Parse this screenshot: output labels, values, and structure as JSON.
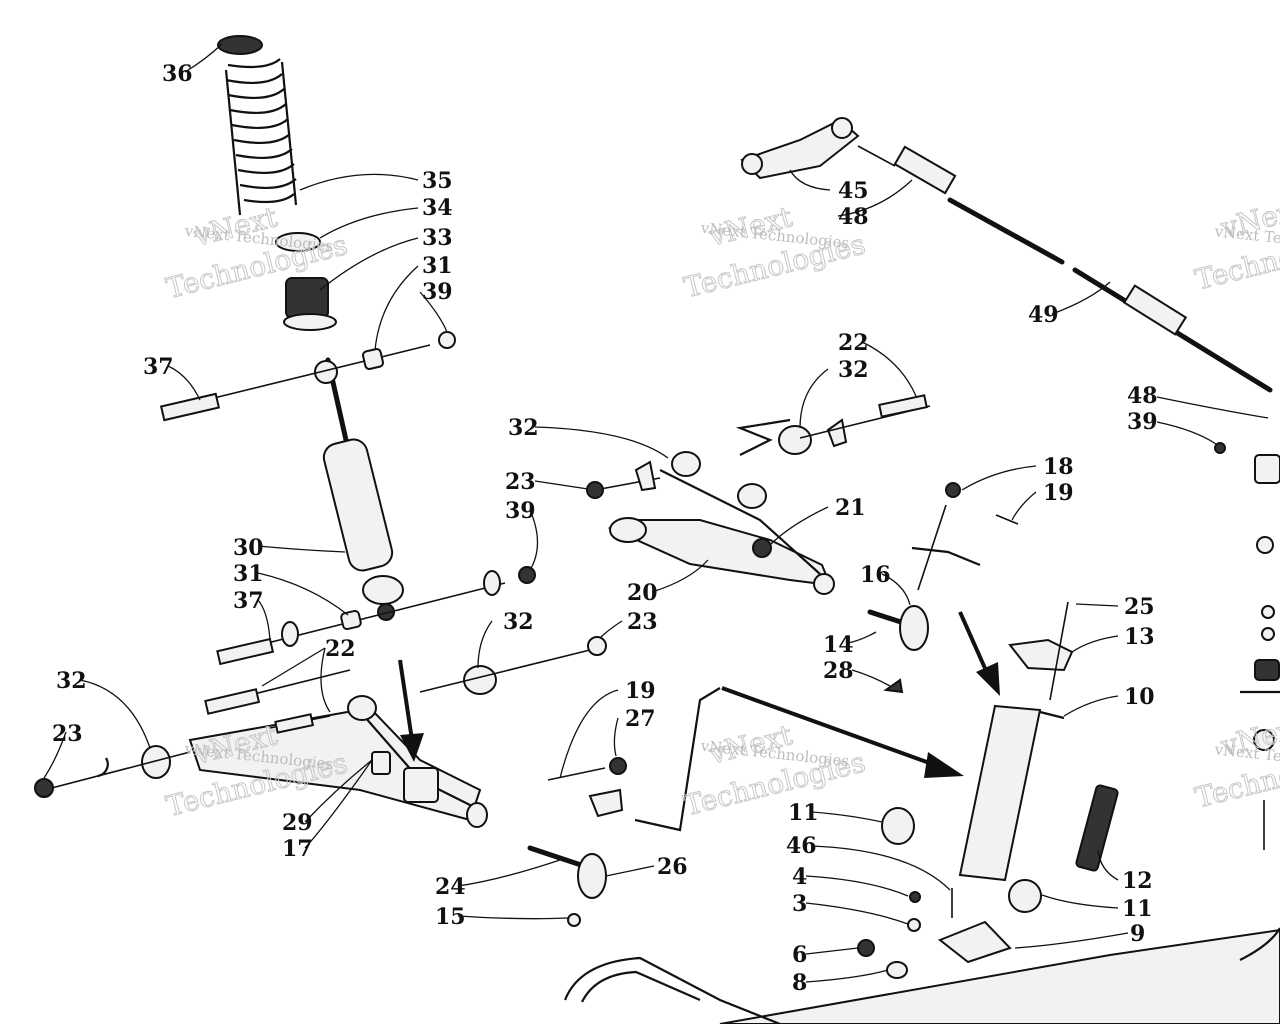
{
  "watermark": {
    "line1": "vNext",
    "line2": "Technologies",
    "small": "vNext Technologies"
  },
  "callouts": [
    "36",
    "35",
    "34",
    "33",
    "31",
    "39",
    "37",
    "30",
    "31",
    "37",
    "22",
    "32",
    "23",
    "29",
    "17",
    "24",
    "15",
    "26",
    "19",
    "27",
    "32",
    "23",
    "23",
    "39",
    "32",
    "20",
    "21",
    "22",
    "32",
    "18",
    "19",
    "16",
    "14",
    "28",
    "45",
    "48",
    "49",
    "48",
    "39",
    "25",
    "13",
    "10",
    "12",
    "11",
    "46",
    "4",
    "3",
    "6",
    "8",
    "11",
    "9"
  ]
}
